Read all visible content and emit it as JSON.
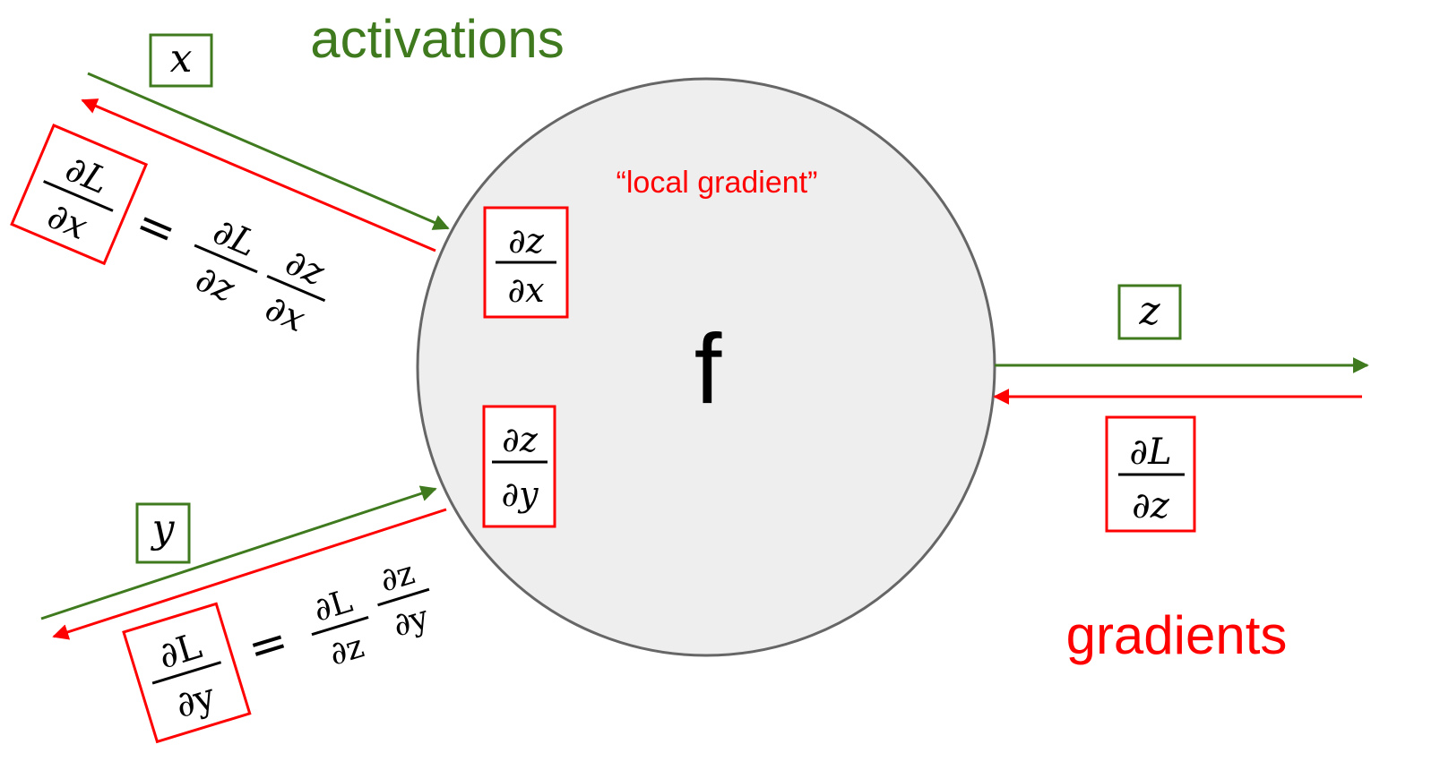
{
  "labels": {
    "activations": "activations",
    "gradients": "gradients",
    "local_gradient": "“local gradient”",
    "node": "f"
  },
  "variables": {
    "x": "x",
    "y": "y",
    "z": "z"
  },
  "symbols": {
    "partial": "∂",
    "L": "L",
    "equals": "="
  },
  "colors": {
    "activation": "#3f7a1e",
    "gradient": "#ff0000",
    "node_fill": "#eeeeee",
    "node_stroke": "#666666"
  }
}
